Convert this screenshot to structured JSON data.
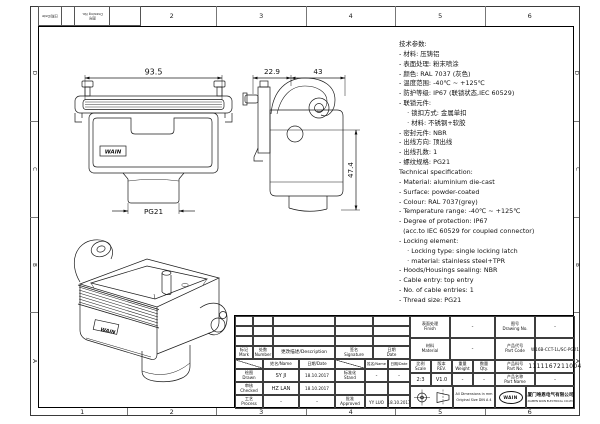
{
  "frame": {
    "columns": [
      "1",
      "2",
      "3",
      "4",
      "5",
      "6"
    ],
    "rows": [
      "D",
      "C",
      "B",
      "A"
    ],
    "corner": {
      "cell_a": "日期/Date",
      "cell_b": "图号\nDrawing No."
    }
  },
  "views": {
    "front": {
      "dim_width": "93.5",
      "thread": "PG21",
      "logo": "WAIN"
    },
    "side": {
      "dim_left": "22.9",
      "dim_right": "43",
      "dim_height": "47.4"
    },
    "iso": {
      "logo": "WAIN"
    }
  },
  "specs": {
    "cn_title": "技术参数:",
    "cn_lines": [
      "- 材料: 压铸铝",
      "- 表面处理: 粉末喷涂",
      "- 颜色: RAL 7037 (灰色)",
      "- 温度范围: -40℃ ~ +125℃",
      "- 防护等级: IP67 (联锁状态,IEC 60529)",
      "- 联锁元件:",
      "    · 锁扣方式: 金属单扣",
      "    · 材料: 不锈钢+软胶",
      "- 密封元件: NBR",
      "- 出线方向: 顶出线",
      "- 出线孔数: 1",
      "- 螺纹规格: PG21"
    ],
    "en_title": "Technical specification:",
    "en_lines": [
      "- Material: aluminium die-cast",
      "- Surface: powder-coated",
      "- Colour: RAL 7037(grey)",
      "- Temperature range: -40℃ ~ +125℃",
      "- Degree of protection: IP67",
      "  (acc.to IEC 60529 for coupled connector)",
      "- Locking element:",
      "    · Locking type: single locking latch",
      "    · material: stainless steel+TPR",
      "- Hoods/Housings sealing: NBR",
      "- Cable entry: top entry",
      "- No. of cable entries: 1",
      "- Thread size: PG21"
    ]
  },
  "titleblock": {
    "mark_label": "标记\nMark",
    "number_label": "处数\nNumber",
    "description_label": "更改描述/Description",
    "signature_label": "签名\nSignature",
    "date_label": "日期\nDate",
    "name_sub": "姓名/Name",
    "date_sub": "日期/Date",
    "drawn_label": "绘图\nDrawn",
    "drawn_name": "SY JI",
    "drawn_date": "18.10.2017",
    "stand_label": "标准化\nStand",
    "stand_name": "-",
    "stand_date": "-",
    "checked_label": "审核\nChecked",
    "checked_name": "HZ LAN",
    "checked_date": "18.10.2017",
    "process_label": "工艺\nProcess",
    "process_name": "-",
    "process_date": "-",
    "approved_label": "批准\nApproved",
    "approved_name": "YY LUO",
    "approved_date": "18.10.2017",
    "finish_label": "表面处理\nFinish",
    "finish_value": "-",
    "drawing_no_label": "图号\nDrawing No.",
    "drawing_no_value": "-",
    "material_label": "材料\nMaterial",
    "material_value": "-",
    "part_code_label": "产品代号\nPart Code",
    "part_code_value": "W16B-CCT-1L/SC-PG21",
    "part_no_label": "产品料号\nPart No.",
    "part_no_value": "1111167211004",
    "part_name_label": "产品名称\nPart Name",
    "part_name_value": "-",
    "scale_label": "比例\nScale",
    "scale_value": "2:3",
    "rev_label": "版本\nREV.",
    "rev_value": "V1.0",
    "weight_label": "重量\nWeight",
    "weight_value": "-",
    "qty_label": "数量\nQty.",
    "qty_value": "-",
    "dims_note_line1": "All Dimensions in mm",
    "dims_note_line2": "Original Size DIN A 4",
    "logo_text": "WAIN",
    "company_cn": "厦门唯恩电气有限公司",
    "company_en": "XIAMEN WAIN ELECTRICAL CO.LTD"
  }
}
